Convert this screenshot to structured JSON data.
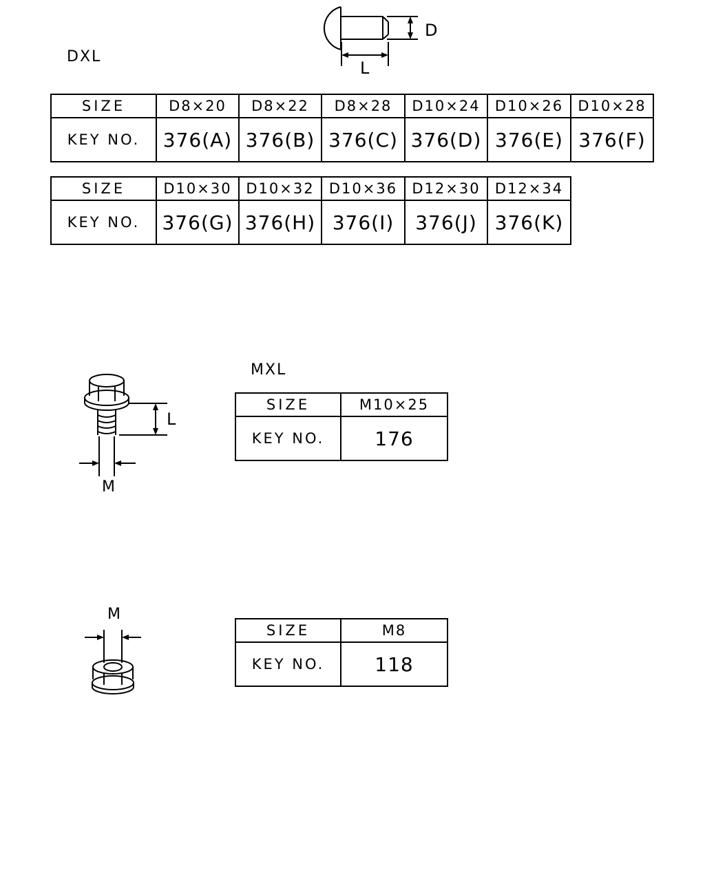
{
  "dxl": {
    "label": "DXL",
    "dim_d": "D",
    "dim_l": "L",
    "size_header": "SIZE",
    "key_header": "KEY NO.",
    "row1": [
      {
        "size": "D8×20",
        "key": "376(A)"
      },
      {
        "size": "D8×22",
        "key": "376(B)"
      },
      {
        "size": "D8×28",
        "key": "376(C)"
      },
      {
        "size": "D10×24",
        "key": "376(D)"
      },
      {
        "size": "D10×26",
        "key": "376(E)"
      },
      {
        "size": "D10×28",
        "key": "376(F)"
      }
    ],
    "row2": [
      {
        "size": "D10×30",
        "key": "376(G)"
      },
      {
        "size": "D10×32",
        "key": "376(H)"
      },
      {
        "size": "D10×36",
        "key": "376(I)"
      },
      {
        "size": "D12×30",
        "key": "376(J)"
      },
      {
        "size": "D12×34",
        "key": "376(K)"
      }
    ]
  },
  "mxl": {
    "label": "MXL",
    "dim_l": "L",
    "dim_m": "M",
    "size_header": "SIZE",
    "key_header": "KEY NO.",
    "size": "M10×25",
    "key": "176"
  },
  "nut": {
    "dim_m": "M",
    "size_header": "SIZE",
    "key_header": "KEY NO.",
    "size": "M8",
    "key": "118"
  }
}
